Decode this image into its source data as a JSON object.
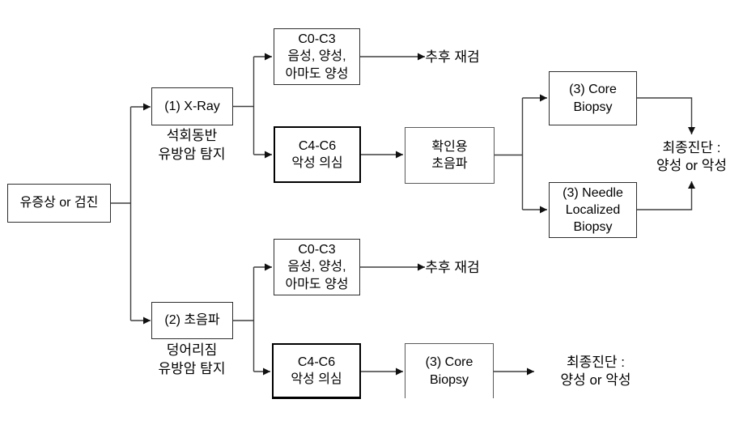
{
  "diagram": {
    "title_semantic": "breast-cancer-screening-flowchart",
    "start": "유증상 or 검진",
    "branch_xray": {
      "method": "(1) X-Ray",
      "method_caption": "석회동반\n유방암 탐지",
      "result_benign": "C0-C3\n음성, 양성,\n아마도 양성",
      "followup": "추후 재검",
      "result_malignant": "C4-C6\n악성 의심",
      "confirm_ultrasound": "확인용\n초음파",
      "core_biopsy": "(3) Core\nBiopsy",
      "needle_biopsy": "(3) Needle\nLocalized\nBiopsy",
      "final_diagnosis": "최종진단 :\n양성 or 악성"
    },
    "branch_ultrasound": {
      "method": "(2) 초음파",
      "method_caption": "덩어리짐\n유방암 탐지",
      "result_benign": "C0-C3\n음성, 양성,\n아마도 양성",
      "followup": "추후 재검",
      "result_malignant": "C4-C6\n악성 의심",
      "core_biopsy": "(3) Core\nBiopsy",
      "final_diagnosis": "최종진단 :\n양성 or 악성"
    }
  }
}
